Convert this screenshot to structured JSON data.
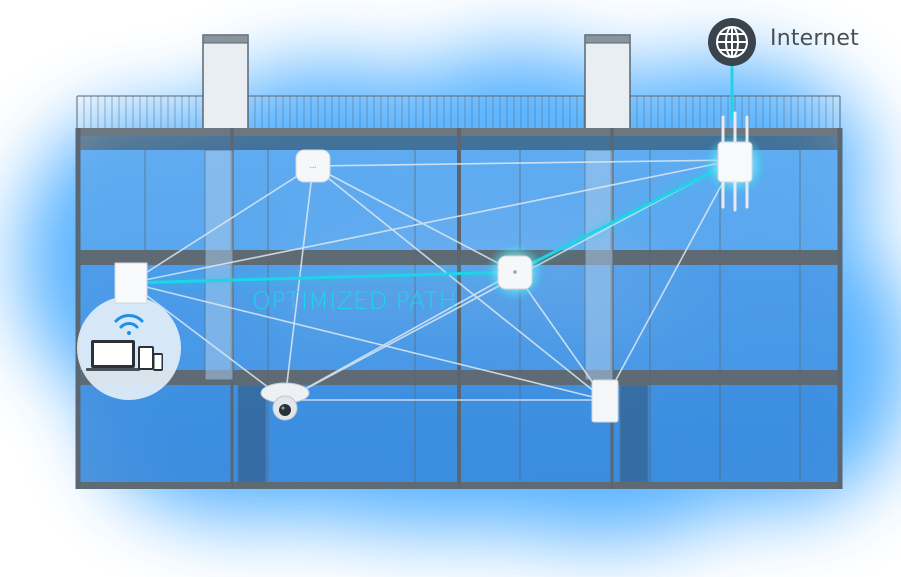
{
  "labels": {
    "internet": "Internet",
    "optimized_path": "OPTIMIZED PATH"
  },
  "devices": [
    {
      "name": "ceiling-access-point-top",
      "type": "access-point"
    },
    {
      "name": "ceiling-access-point-center",
      "type": "access-point"
    },
    {
      "name": "outdoor-access-point",
      "type": "outdoor-access-point"
    },
    {
      "name": "wall-access-point",
      "type": "wall-access-point"
    },
    {
      "name": "security-camera",
      "type": "camera"
    },
    {
      "name": "desk-access-point",
      "type": "access-point"
    },
    {
      "name": "client-devices",
      "type": "laptop-tablet-phone"
    }
  ],
  "colors": {
    "optimized_path": "#1fd3e8",
    "mesh_link": "#dfe9f2",
    "floor_fill": "#3e8fe0",
    "frame": "#5b6670",
    "glow": "#34a6ff"
  },
  "icons": {
    "internet": "globe-icon",
    "wifi": "wifi-icon"
  }
}
